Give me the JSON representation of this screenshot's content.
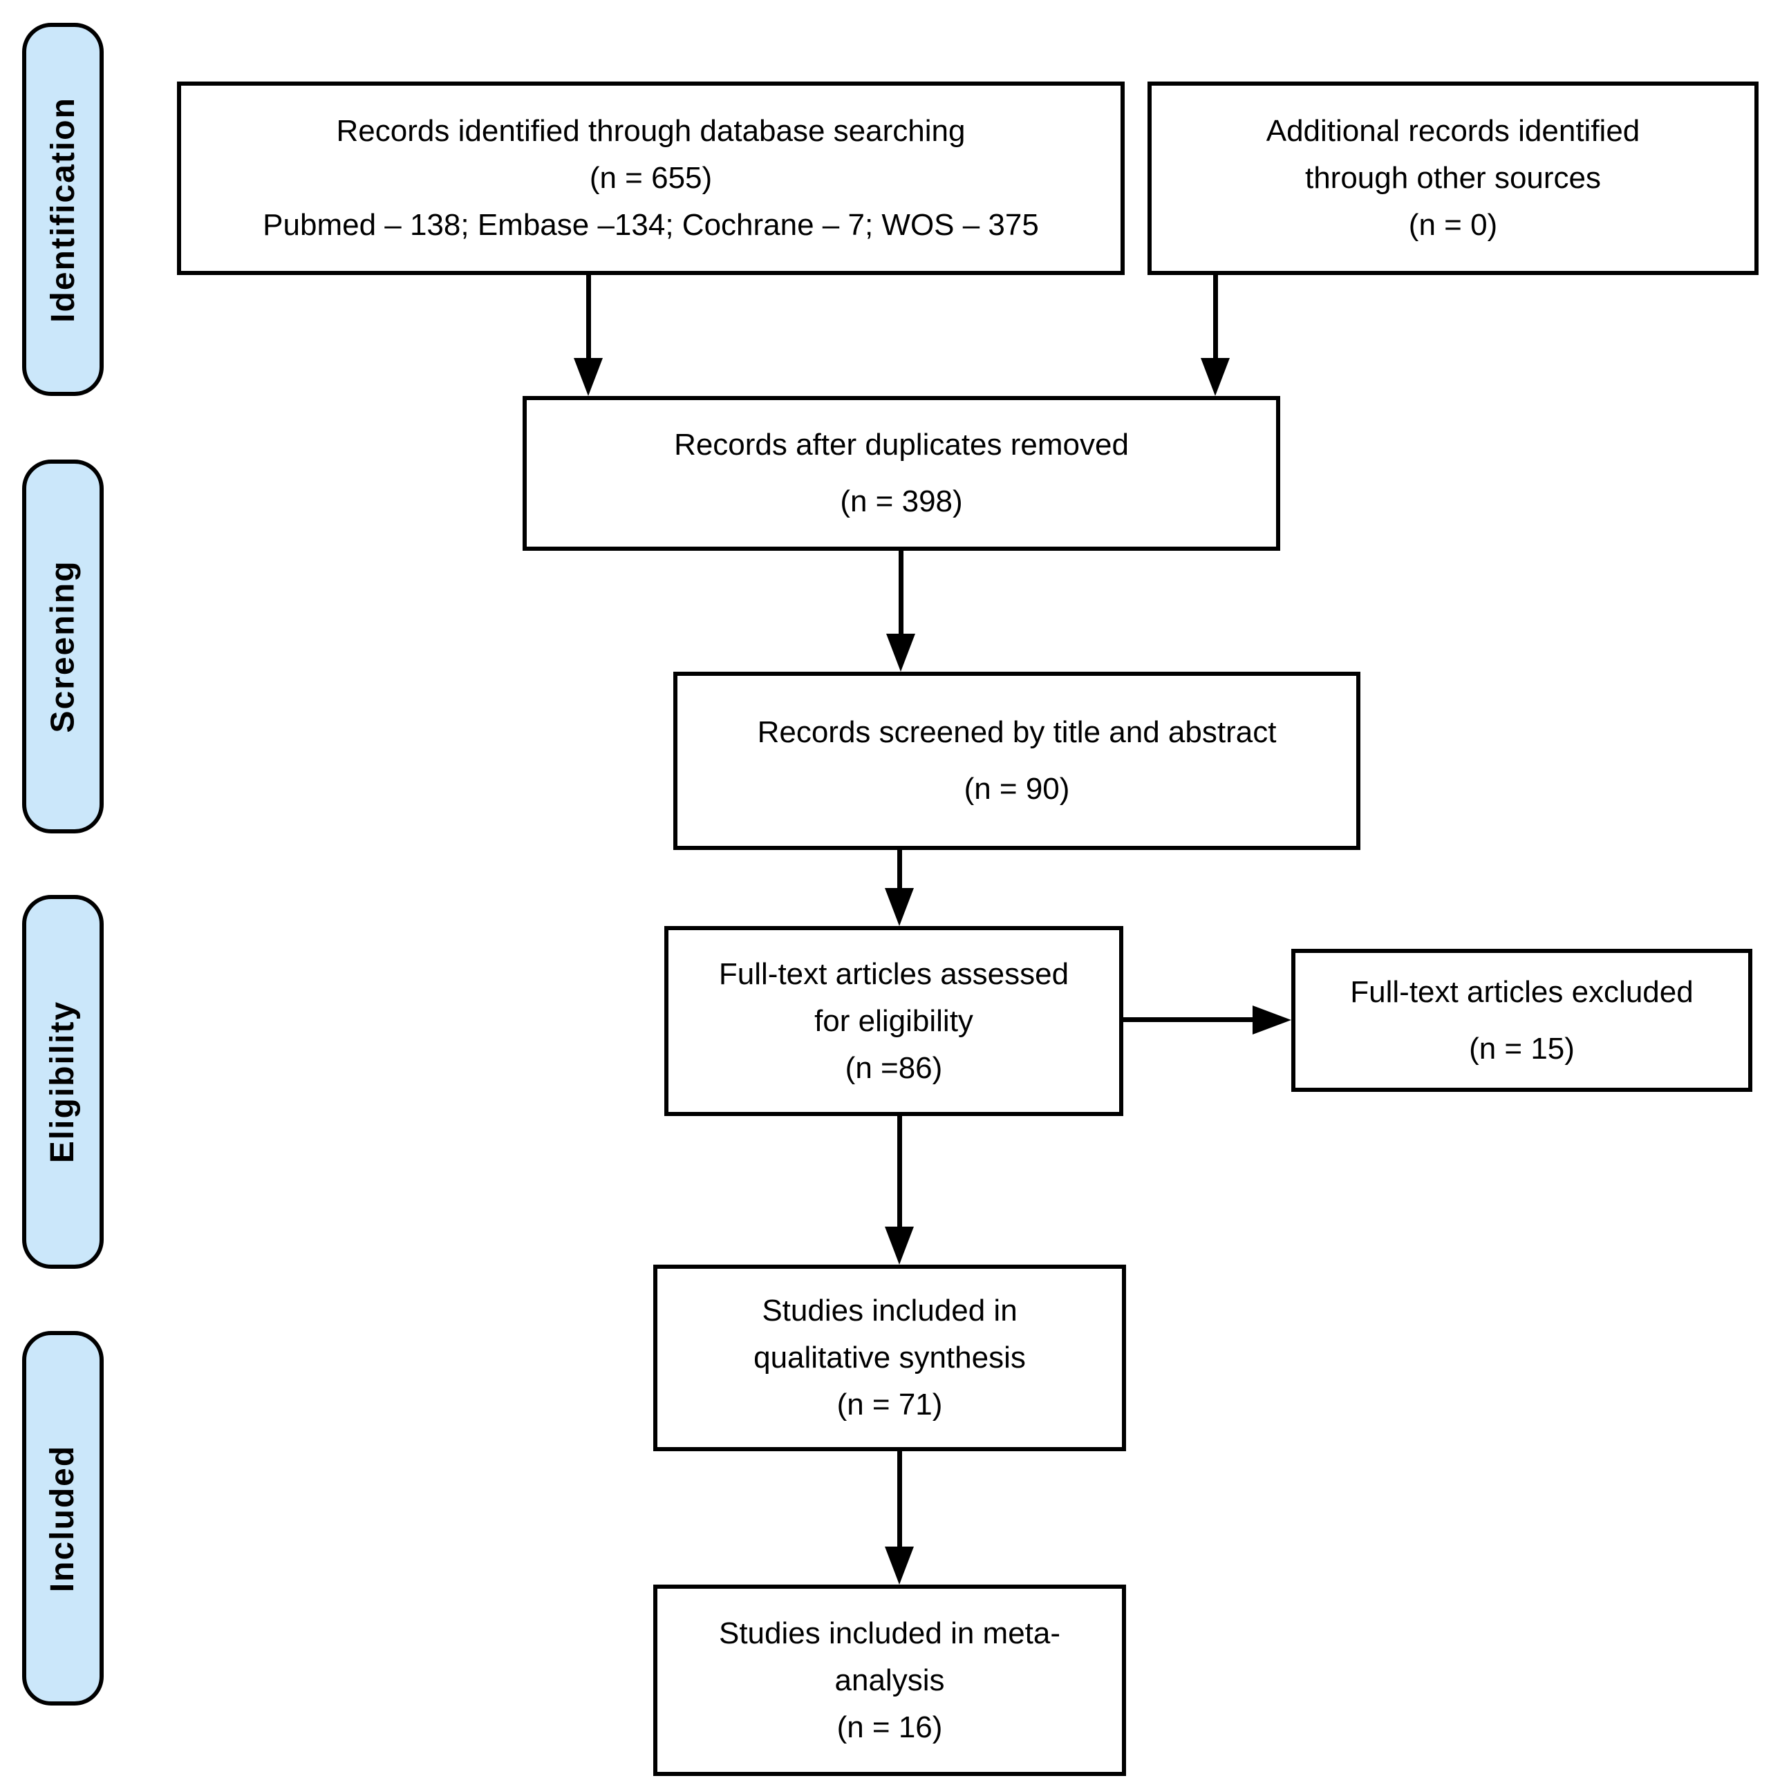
{
  "stages": [
    {
      "id": "identification",
      "label": "Identification"
    },
    {
      "id": "screening",
      "label": "Screening"
    },
    {
      "id": "eligibility",
      "label": "Eligibility"
    },
    {
      "id": "included",
      "label": "Included"
    }
  ],
  "boxes": [
    {
      "id": "records-identified",
      "lines": [
        "Records identified through database searching",
        "(n = 655)",
        "Pubmed – 138; Embase –134; Cochrane – 7; WOS – 375"
      ]
    },
    {
      "id": "additional-records",
      "lines": [
        "Additional records identified",
        "through other sources",
        "(n = 0)"
      ]
    },
    {
      "id": "duplicates-removed",
      "lines": [
        "Records after duplicates removed",
        "(n = 398)"
      ]
    },
    {
      "id": "records-screened",
      "lines": [
        "Records screened by title and abstract",
        "(n = 90)"
      ]
    },
    {
      "id": "fulltext-assessed",
      "lines": [
        "Full-text articles assessed",
        "for eligibility",
        "(n =86)"
      ]
    },
    {
      "id": "fulltext-excluded",
      "lines": [
        "Full-text articles excluded",
        "(n = 15)"
      ]
    },
    {
      "id": "qualitative-synthesis",
      "lines": [
        "Studies included in",
        "qualitative synthesis",
        "(n = 71)"
      ]
    },
    {
      "id": "meta-analysis",
      "lines": [
        "Studies included in meta-",
        "analysis",
        "(n = 16)"
      ]
    }
  ],
  "colors": {
    "background": "#FFFFFF",
    "stage_fill": "#CBE7FA",
    "stage_border": "#000000",
    "box_fill": "#FFFFFF",
    "box_border": "#000000",
    "arrow": "#000000"
  }
}
